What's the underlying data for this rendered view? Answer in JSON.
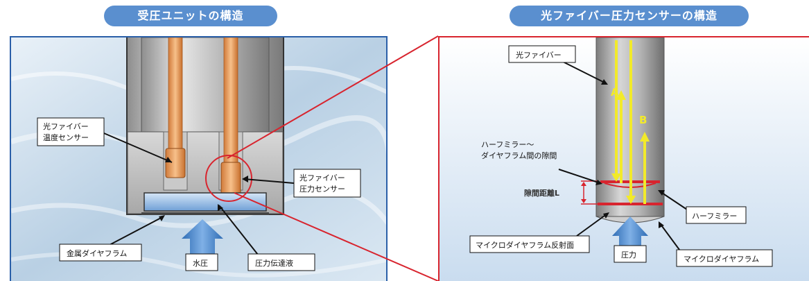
{
  "left_panel": {
    "title": "受圧ユニットの構造",
    "labels": {
      "temp_sensor_line1": "光ファイバー",
      "temp_sensor_line2": "温度センサー",
      "pressure_sensor_line1": "光ファイバー",
      "pressure_sensor_line2": "圧力センサー",
      "metal_diaphragm": "金属ダイヤフラム",
      "water_pressure": "水圧",
      "transmission_liquid": "圧力伝達液"
    }
  },
  "right_panel": {
    "title": "光ファイバー圧力センサーの構造",
    "labels": {
      "optical_fiber": "光ファイバー",
      "gap_line1": "ハーフミラー～",
      "gap_line2": "ダイヤフラム間の隙間",
      "gap_distance": "隙間距離L",
      "half_mirror": "ハーフミラー",
      "reflection_surface": "マイクロダイヤフラム反射面",
      "pressure": "圧力",
      "micro_diaphragm": "マイクロダイヤフラム",
      "beam_a": "A",
      "beam_b": "B"
    }
  },
  "colors": {
    "title_pill": "#5a8fcf",
    "left_border": "#2a5fa8",
    "right_border": "#d8242e",
    "beam": "#f2ea2a",
    "fiber_core": "#e8a062",
    "arrow_blue": "#3f7fc6"
  }
}
